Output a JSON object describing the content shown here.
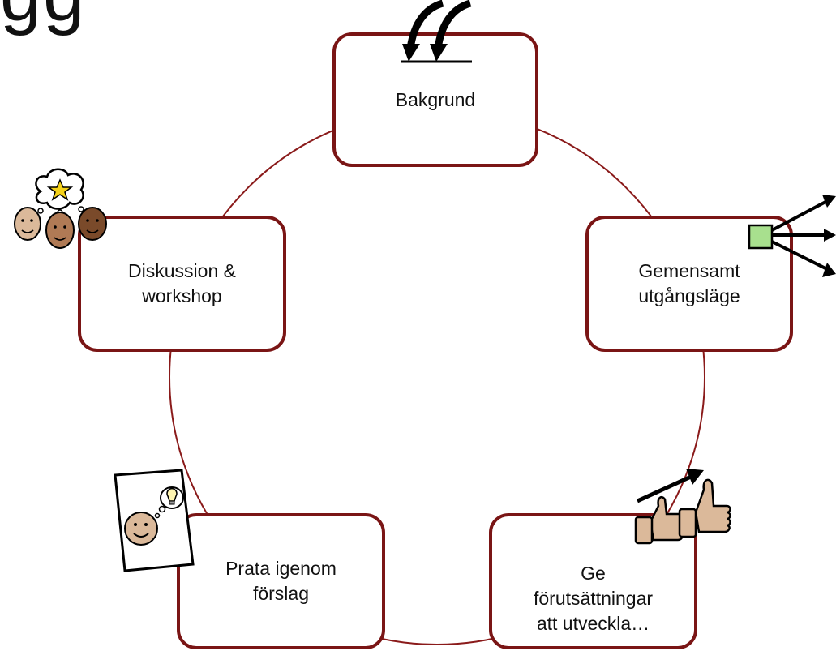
{
  "slide": {
    "title_fragment": "gg"
  },
  "cycle": {
    "nodes": [
      {
        "label": "Bakgrund"
      },
      {
        "label": "Gemensamt\nutgångsläge"
      },
      {
        "label": "Ge\nförutsättningar\natt utveckla…"
      },
      {
        "label": "Prata igenom\nförslag"
      },
      {
        "label": "Diskussion &\nworkshop"
      }
    ]
  },
  "colors": {
    "node_border": "#7a1515",
    "cycle_line": "#8a1a1a",
    "square_fill": "#a8e08e",
    "skin": "#dbb99a",
    "star": "#f5d21a"
  },
  "icons": [
    "curved-arrows-icon",
    "arrows-from-square-icon",
    "thumbs-up-arrow-icon",
    "idea-card-icon",
    "group-thinking-icon"
  ]
}
